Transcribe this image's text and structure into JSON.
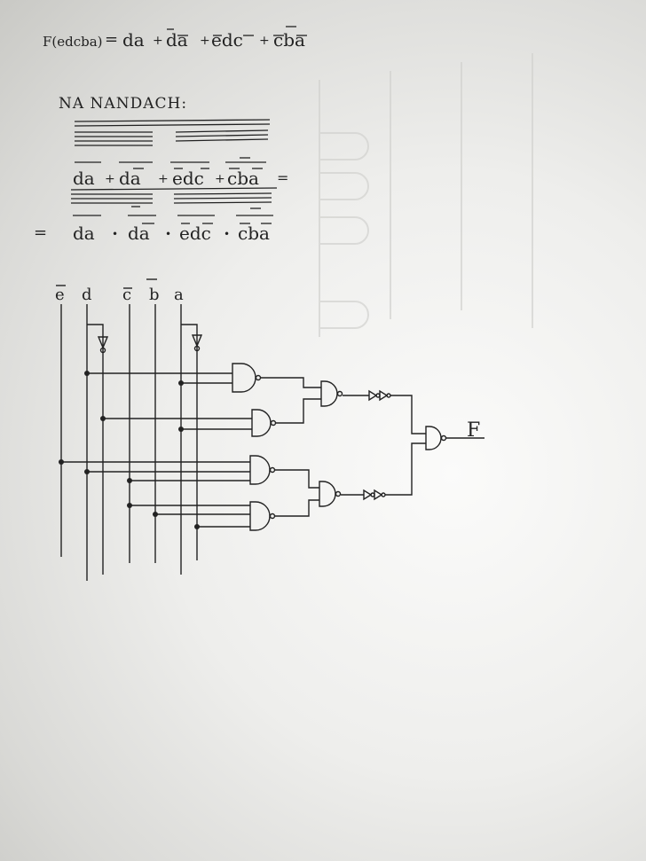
{
  "equation": {
    "lhs": "F(edcba)",
    "eq": "=",
    "terms": [
      "da",
      "da",
      "edc",
      "cba"
    ],
    "plus": "+"
  },
  "heading": "NA NANDACH:",
  "expr1": {
    "terms": [
      "da",
      "da",
      "edc",
      "cba"
    ],
    "plus": "+",
    "eq": "="
  },
  "expr2": {
    "eq": "=",
    "terms": [
      "da",
      "da",
      "edc",
      "cba"
    ],
    "dot": "•"
  },
  "circuit": {
    "inputs": [
      "e",
      "d",
      "c",
      "b",
      "a"
    ],
    "output": "F"
  }
}
